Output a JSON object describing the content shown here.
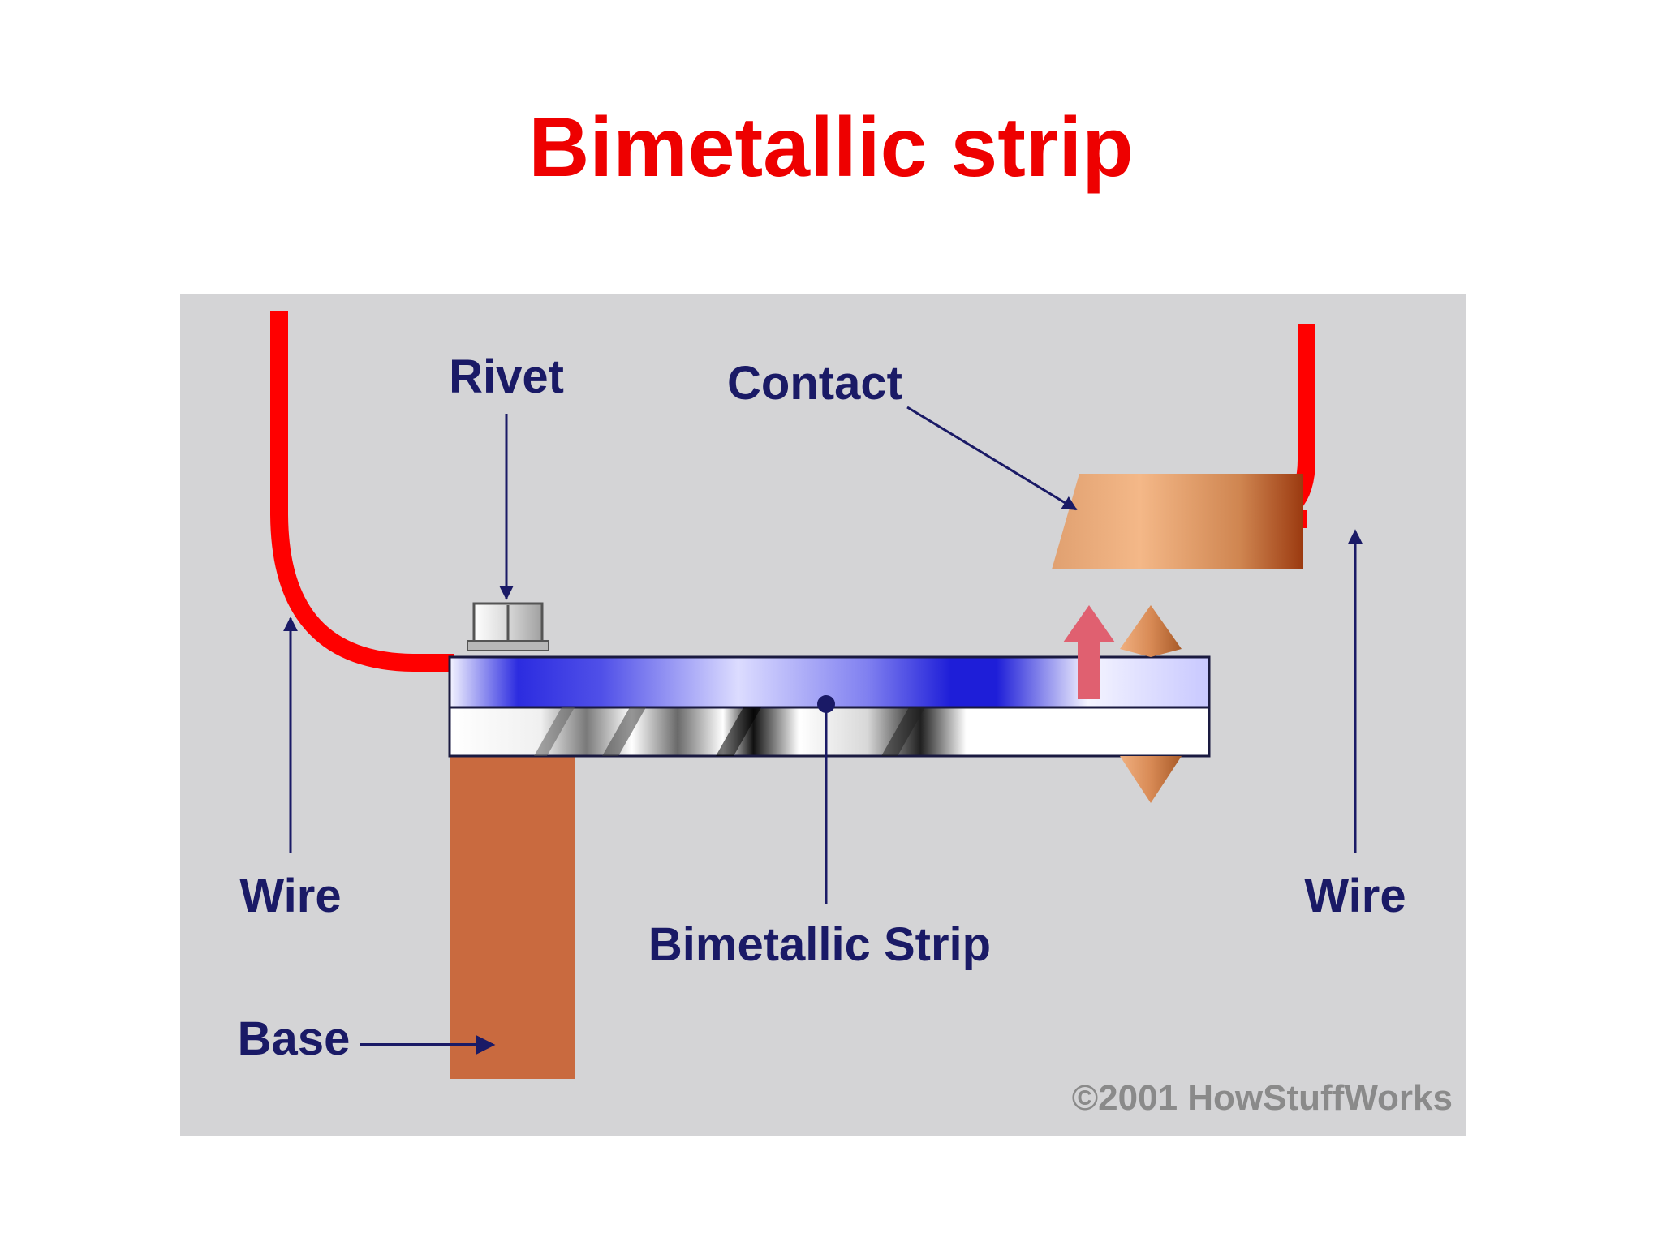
{
  "slide": {
    "title": "Bimetallic strip"
  },
  "diagram": {
    "labels": {
      "rivet": "Rivet",
      "contact": "Contact",
      "wire_left": "Wire",
      "wire_right": "Wire",
      "bimetallic_strip": "Bimetallic Strip",
      "base": "Base"
    },
    "copyright": "©2001 HowStuffWorks"
  },
  "colors": {
    "title": "#ee0000",
    "wire": "#ff0000",
    "label": "#1a1a66",
    "panel_background": "#d4d4d6",
    "base": "#c96a3f",
    "contact": "#d89060",
    "strip_top": "#3a3ad8",
    "motion_arrow": "#e06070"
  }
}
